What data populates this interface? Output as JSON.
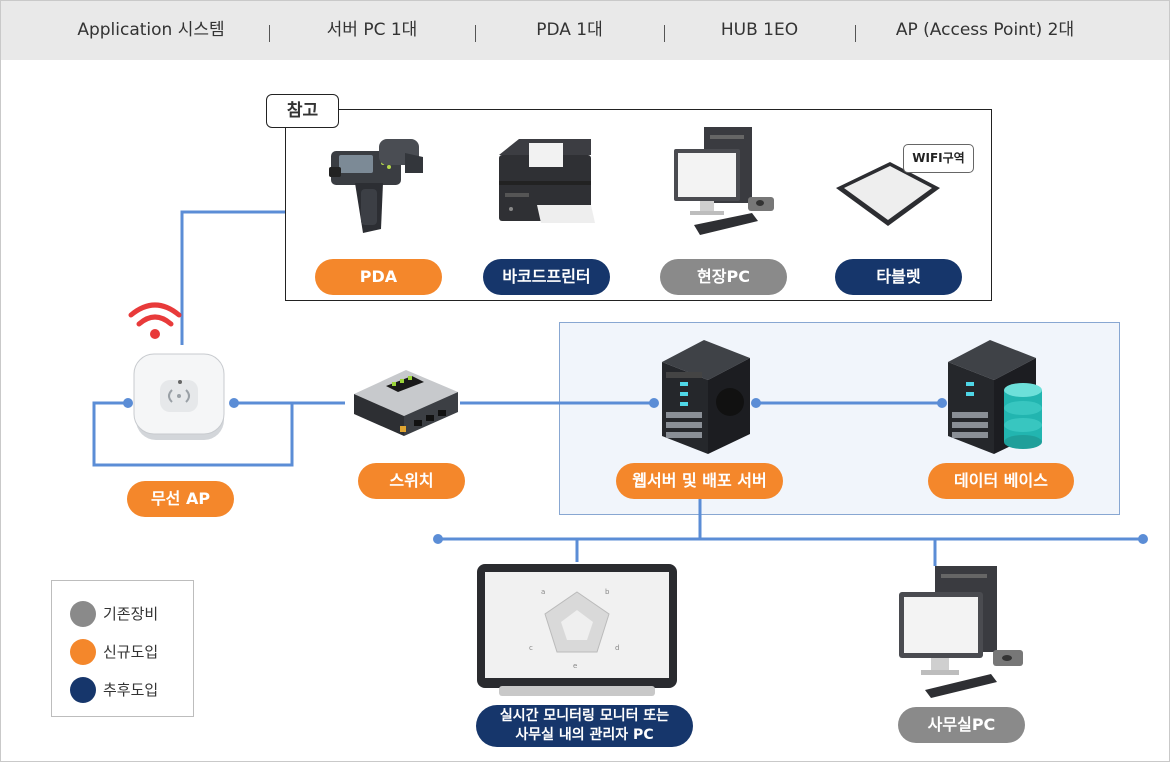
{
  "header": {
    "items": [
      "Application 시스템",
      "서버 PC 1대",
      "PDA 1대",
      "HUB 1EO",
      "AP (Access Point) 2대"
    ]
  },
  "reference": {
    "tab_label": "참고",
    "devices": [
      {
        "label": "PDA",
        "color": "orange"
      },
      {
        "label": "바코드프린터",
        "color": "navy"
      },
      {
        "label": "현장PC",
        "color": "gray"
      },
      {
        "label": "타블렛",
        "color": "navy"
      }
    ],
    "wifi_tag": "WIFI구역"
  },
  "network": {
    "ap_label": "무선 AP",
    "switch_label": "스위치",
    "web_server_label": "웹서버 및 배포 서버",
    "database_label": "데이터 베이스",
    "monitor_label_line1": "실시간 모니터링 모니터 또는",
    "monitor_label_line2": "사무실 내의 관리자 PC",
    "office_pc_label": "사무실PC"
  },
  "monitor_chart_labels": [
    "a",
    "b",
    "c",
    "d",
    "e"
  ],
  "legend": {
    "items": [
      {
        "label": "기존장비",
        "color": "#8a8a8a"
      },
      {
        "label": "신규도입",
        "color": "#f4872b"
      },
      {
        "label": "추후도입",
        "color": "#16366b"
      }
    ]
  },
  "colors": {
    "orange": "#f4872b",
    "navy": "#16366b",
    "gray": "#8a8a8a",
    "wire": "#5b8dd6",
    "wifi": "#e83a3a"
  }
}
